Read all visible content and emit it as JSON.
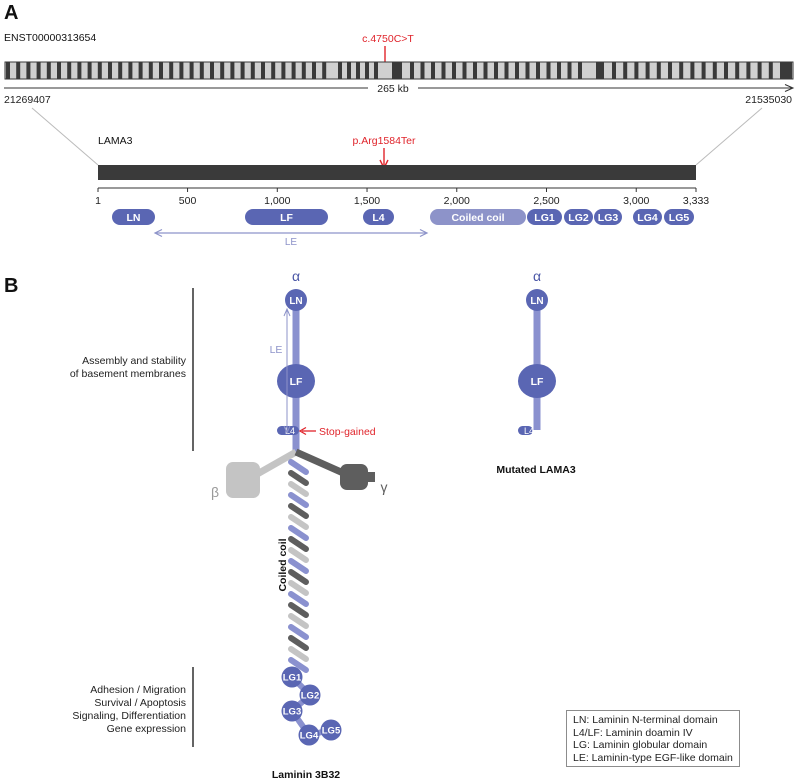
{
  "panel_a": {
    "label": "A",
    "transcript_id": "ENST00000313654",
    "variant_cdna": "c.4750C>T",
    "span_label": "265 kb",
    "coord_start": "21269407",
    "coord_end": "21535030",
    "protein_name": "LAMA3",
    "variant_protein": "p.Arg1584Ter",
    "axis_ticks": [
      "1",
      "500",
      "1,000",
      "1,500",
      "2,000",
      "2,500",
      "3,000",
      "3,333"
    ],
    "domains": [
      {
        "name": "LN"
      },
      {
        "name": "LF"
      },
      {
        "name": "L4"
      },
      {
        "name": "Coiled coil"
      },
      {
        "name": "LG1"
      },
      {
        "name": "LG2"
      },
      {
        "name": "LG3"
      },
      {
        "name": "LG4"
      },
      {
        "name": "LG5"
      }
    ],
    "le_label": "LE"
  },
  "panel_b": {
    "label": "B",
    "function_top": [
      "Assembly and stability",
      "of basement membranes"
    ],
    "function_bottom": [
      "Adhesion / Migration",
      "Survival / Apoptosis",
      "Signaling, Differentiation",
      "Gene expression"
    ],
    "alpha": "α",
    "beta": "β",
    "gamma": "γ",
    "wild_type": {
      "ln": "LN",
      "lf": "LF",
      "l4": "L4",
      "le": "LE",
      "stop_label": "Stop-gained",
      "coiled_coil": "Coiled coil",
      "lg": [
        "LG1",
        "LG2",
        "LG3",
        "LG4",
        "LG5"
      ],
      "caption": "Laminin 3B32"
    },
    "mutant": {
      "ln": "LN",
      "lf": "LF",
      "l4": "L4",
      "caption": "Mutated LAMA3"
    }
  },
  "legend": [
    "LN: Laminin N-terminal domain",
    "L4/LF: Laminin doamin IV",
    "LG: Laminin globular domain",
    "LE: Laminin-type EGF-like domain"
  ],
  "colors": {
    "domain": "#5a66b3",
    "domain_light": "#8d93c9",
    "alpha_chain": "#8a91cf",
    "beta_chain": "#c4c4c4",
    "gamma_chain": "#5e5e5e",
    "variant": "#e0242b",
    "gene_bar": "#3a3a3a"
  }
}
